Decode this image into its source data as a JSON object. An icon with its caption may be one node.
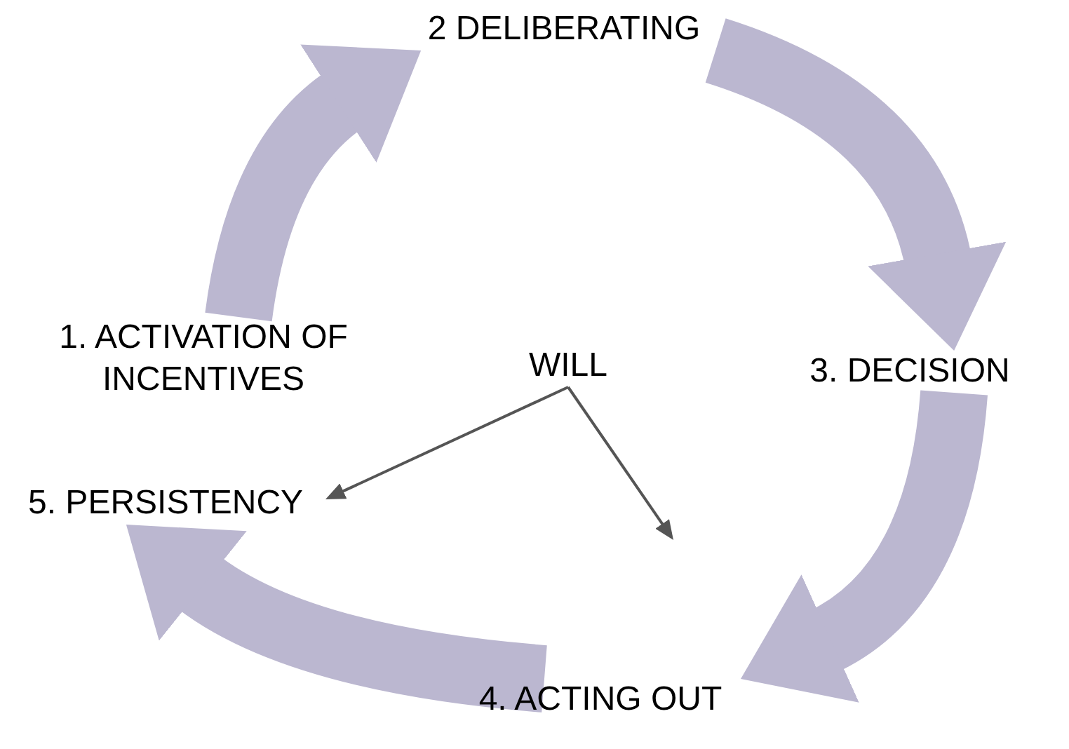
{
  "diagram": {
    "nodes": [
      {
        "text": [
          "1. ACTIVATION OF INCENTIVES"
        ]
      },
      {
        "text": [
          "2  DELIBERATING"
        ]
      },
      {
        "text": [
          "3. DECISION"
        ]
      },
      {
        "text": [
          "WILL"
        ]
      },
      {
        "text": [
          "5. PERSISTENCY"
        ]
      },
      {
        "text": [
          "4. ACTING OUT"
        ]
      }
    ],
    "edges": [
      {
        "from": 0,
        "to": 1,
        "arrow": "to"
      },
      {
        "from": 1,
        "to": 2,
        "arrow": "to"
      },
      {
        "from": 2,
        "to": 5,
        "arrow": "to"
      },
      {
        "from": 5,
        "to": 4,
        "arrow": "to"
      },
      {
        "from": 3,
        "to": 4,
        "arrow": "to",
        "color": "#555555"
      },
      {
        "from": 3,
        "to": null,
        "arrow": "to",
        "color": "#555555"
      }
    ]
  }
}
